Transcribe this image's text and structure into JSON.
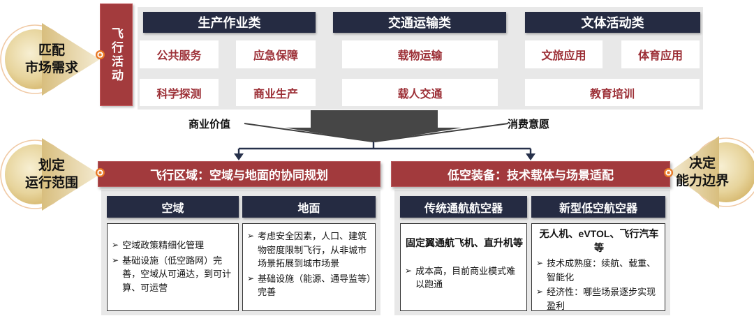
{
  "glyphs": {
    "bullet": "➢"
  },
  "badges": {
    "match": {
      "line1": "匹配",
      "line2": "市场需求"
    },
    "scope": {
      "line1": "划定",
      "line2": "运行范围"
    },
    "boundary": {
      "line1": "决定",
      "line2": "能力边界"
    }
  },
  "flight_activities": {
    "label": "飞行活动",
    "groups": [
      {
        "title": "生产作业类",
        "items": [
          "公共服务",
          "应急保障",
          "科学探测",
          "商业生产"
        ]
      },
      {
        "title": "交通运输类",
        "items": [
          "载物运输",
          "载人交通"
        ]
      },
      {
        "title": "文体活动类",
        "items": [
          "文旅应用",
          "体育应用",
          "教育培训"
        ]
      }
    ]
  },
  "connector": {
    "left_label": "商业价值",
    "right_label": "消费意愿"
  },
  "flight_area": {
    "title": "飞行区域：空域与地面的协同规划",
    "columns": [
      {
        "header": "空域",
        "bullets": [
          "空域政策精细化管理",
          "基础设施（低空路网）完善，空域从可通达，到可计算、可运营"
        ]
      },
      {
        "header": "地面",
        "bullets": [
          "考虑安全因素，人口、建筑物密度限制飞行，从非城市场景拓展到城市场景",
          "基础设施（能源、通导监等）完善"
        ]
      }
    ]
  },
  "equipment": {
    "title": "低空装备：技术载体与场景适配",
    "columns": [
      {
        "header": "传统通航航空器",
        "subtitle": "固定翼通航飞机、直升机等",
        "bullets": [
          "成本高，目前商业模式难以跑通"
        ]
      },
      {
        "header": "新型低空航空器",
        "subtitle": "无人机、eVTOL、飞行汽车等",
        "bullets": [
          "技术成熟度：续航、载重、智能化",
          "经济性：哪些场景逐步实现盈利"
        ]
      }
    ]
  },
  "colors": {
    "brick_red": "#a23a3d",
    "navy": "#252b42",
    "cell_text_red": "#9c2f36",
    "panel_grey": "#e8e8e8",
    "arrow_grey": "#464646",
    "line_navy": "#26304a",
    "gold_light": "#f6ecc8",
    "gold_dark": "#d4b365",
    "dot_orange": "#e87722"
  }
}
